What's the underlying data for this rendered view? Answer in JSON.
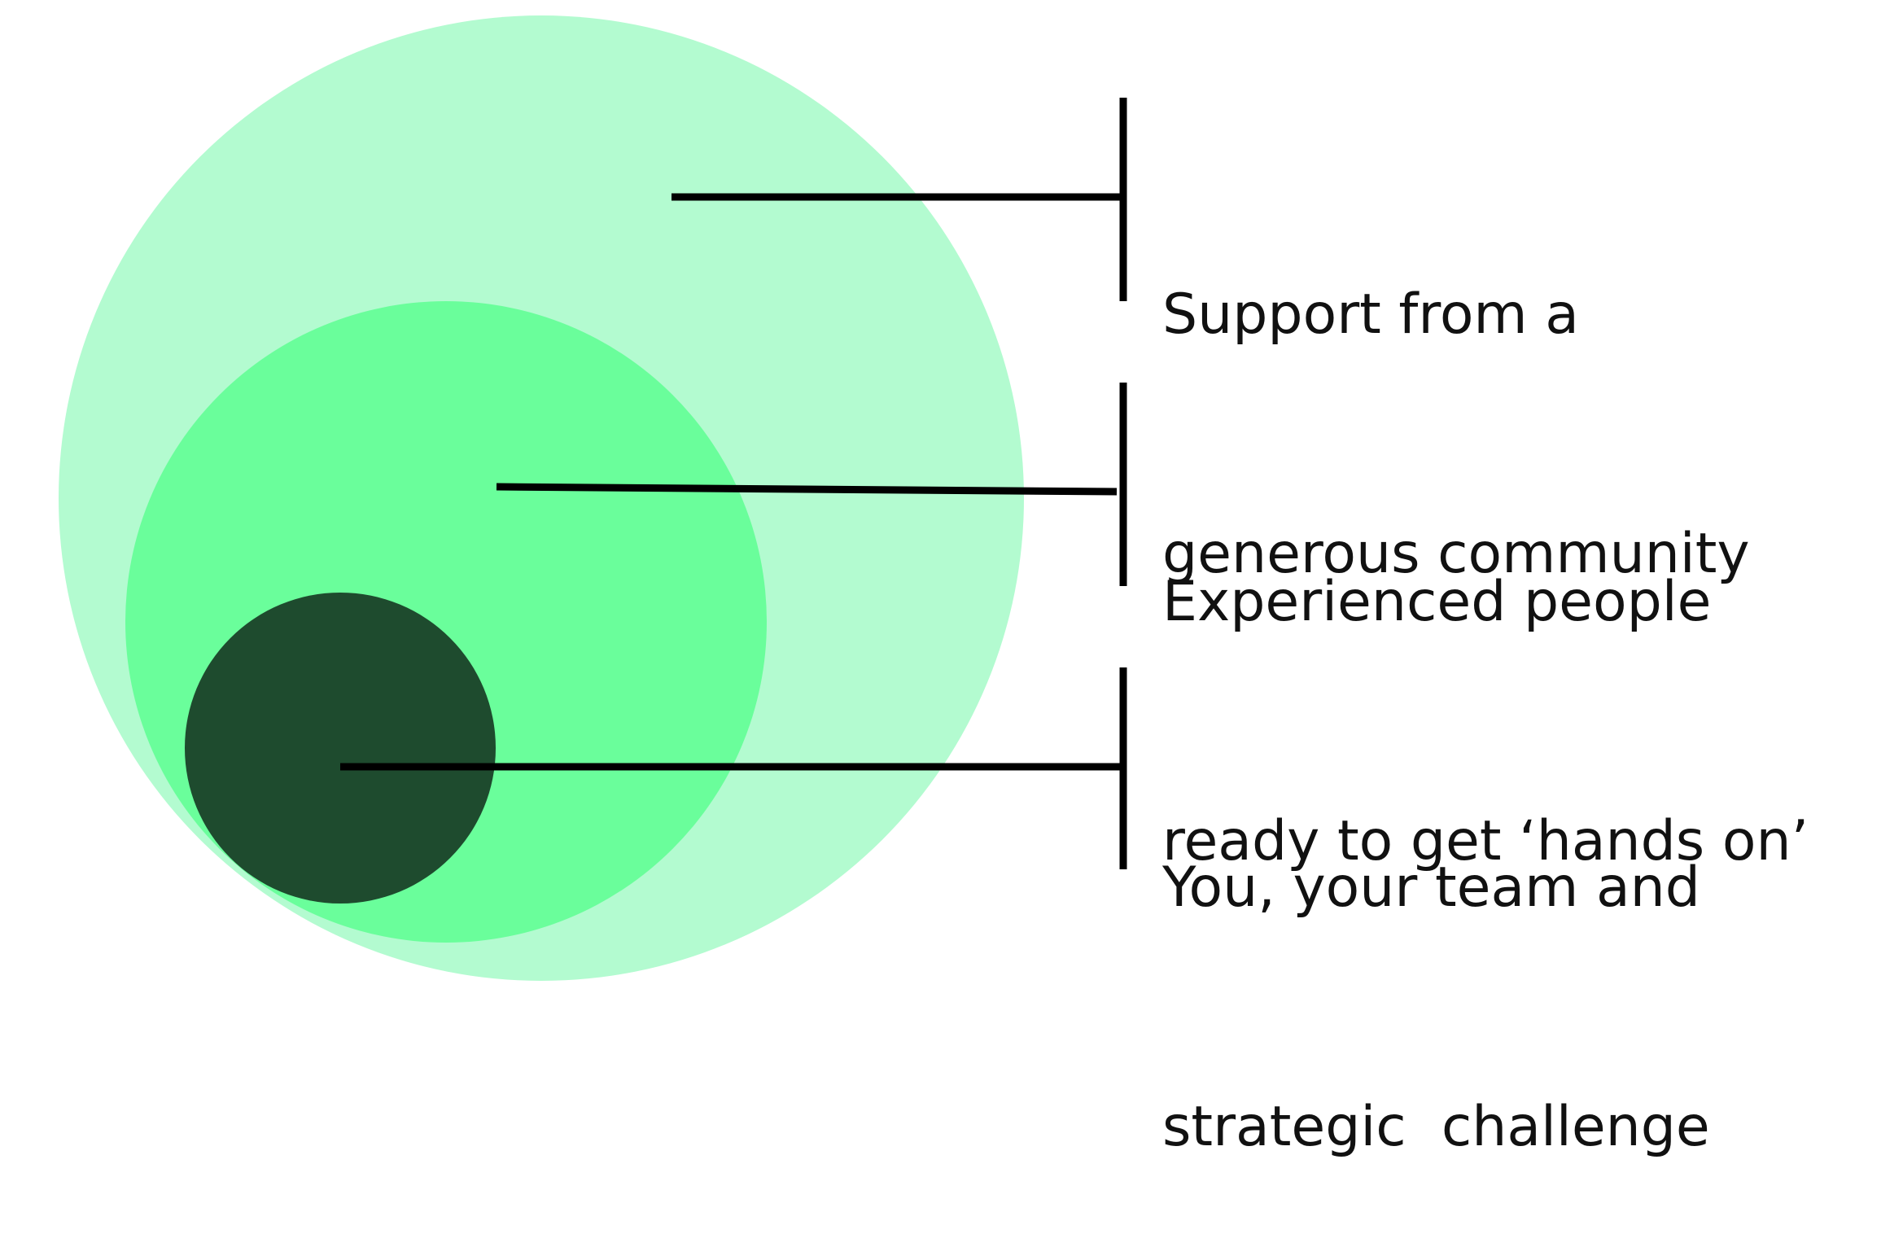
{
  "layers": [
    {
      "id": "outer",
      "color": "#b3fbd0",
      "label_lines": [
        "Support from a",
        "generous community"
      ]
    },
    {
      "id": "middle",
      "color": "#6afe9b",
      "label_lines": [
        "Experienced people",
        "ready to get ‘hands on’"
      ]
    },
    {
      "id": "inner",
      "color": "#1e4b2e",
      "label_lines": [
        "You, your team and",
        "strategic  challenge"
      ]
    }
  ],
  "connector_color": "#000000"
}
